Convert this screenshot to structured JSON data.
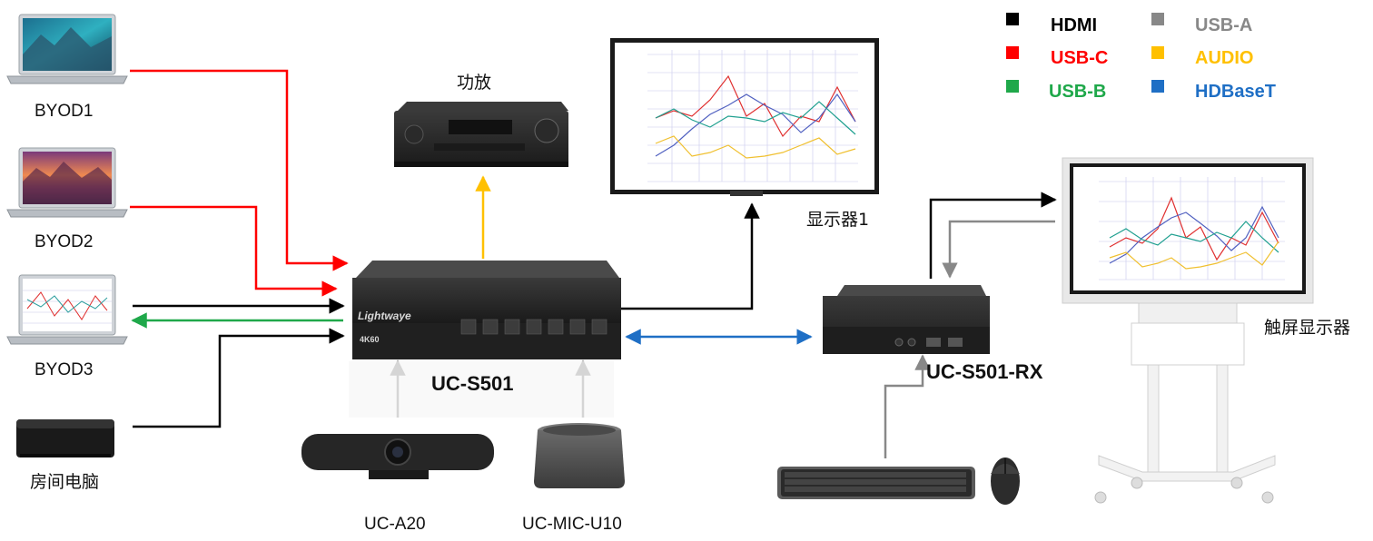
{
  "legend": [
    {
      "label": "HDMI",
      "color": "#000000"
    },
    {
      "label": "USB-C",
      "color": "#ff0000"
    },
    {
      "label": "USB-B",
      "color": "#1fa84a"
    },
    {
      "label": "USB-A",
      "color": "#888888"
    },
    {
      "label": "AUDIO",
      "color": "#ffc000"
    },
    {
      "label": "HDBaseT",
      "color": "#1f6fc5"
    }
  ],
  "sources": {
    "byod1": "BYOD1",
    "byod2": "BYOD2",
    "byod3": "BYOD3",
    "room_pc": "房间电脑"
  },
  "amplifier": "功放",
  "display1": "显示器1",
  "touch_display": "触屏显示器",
  "switcher": {
    "model": "UC-S501",
    "brand": "Lightwaye",
    "badge": "4K60"
  },
  "receiver": {
    "model": "UC-S501-RX"
  },
  "camera": "UC-A20",
  "mic": "UC-MIC-U10"
}
